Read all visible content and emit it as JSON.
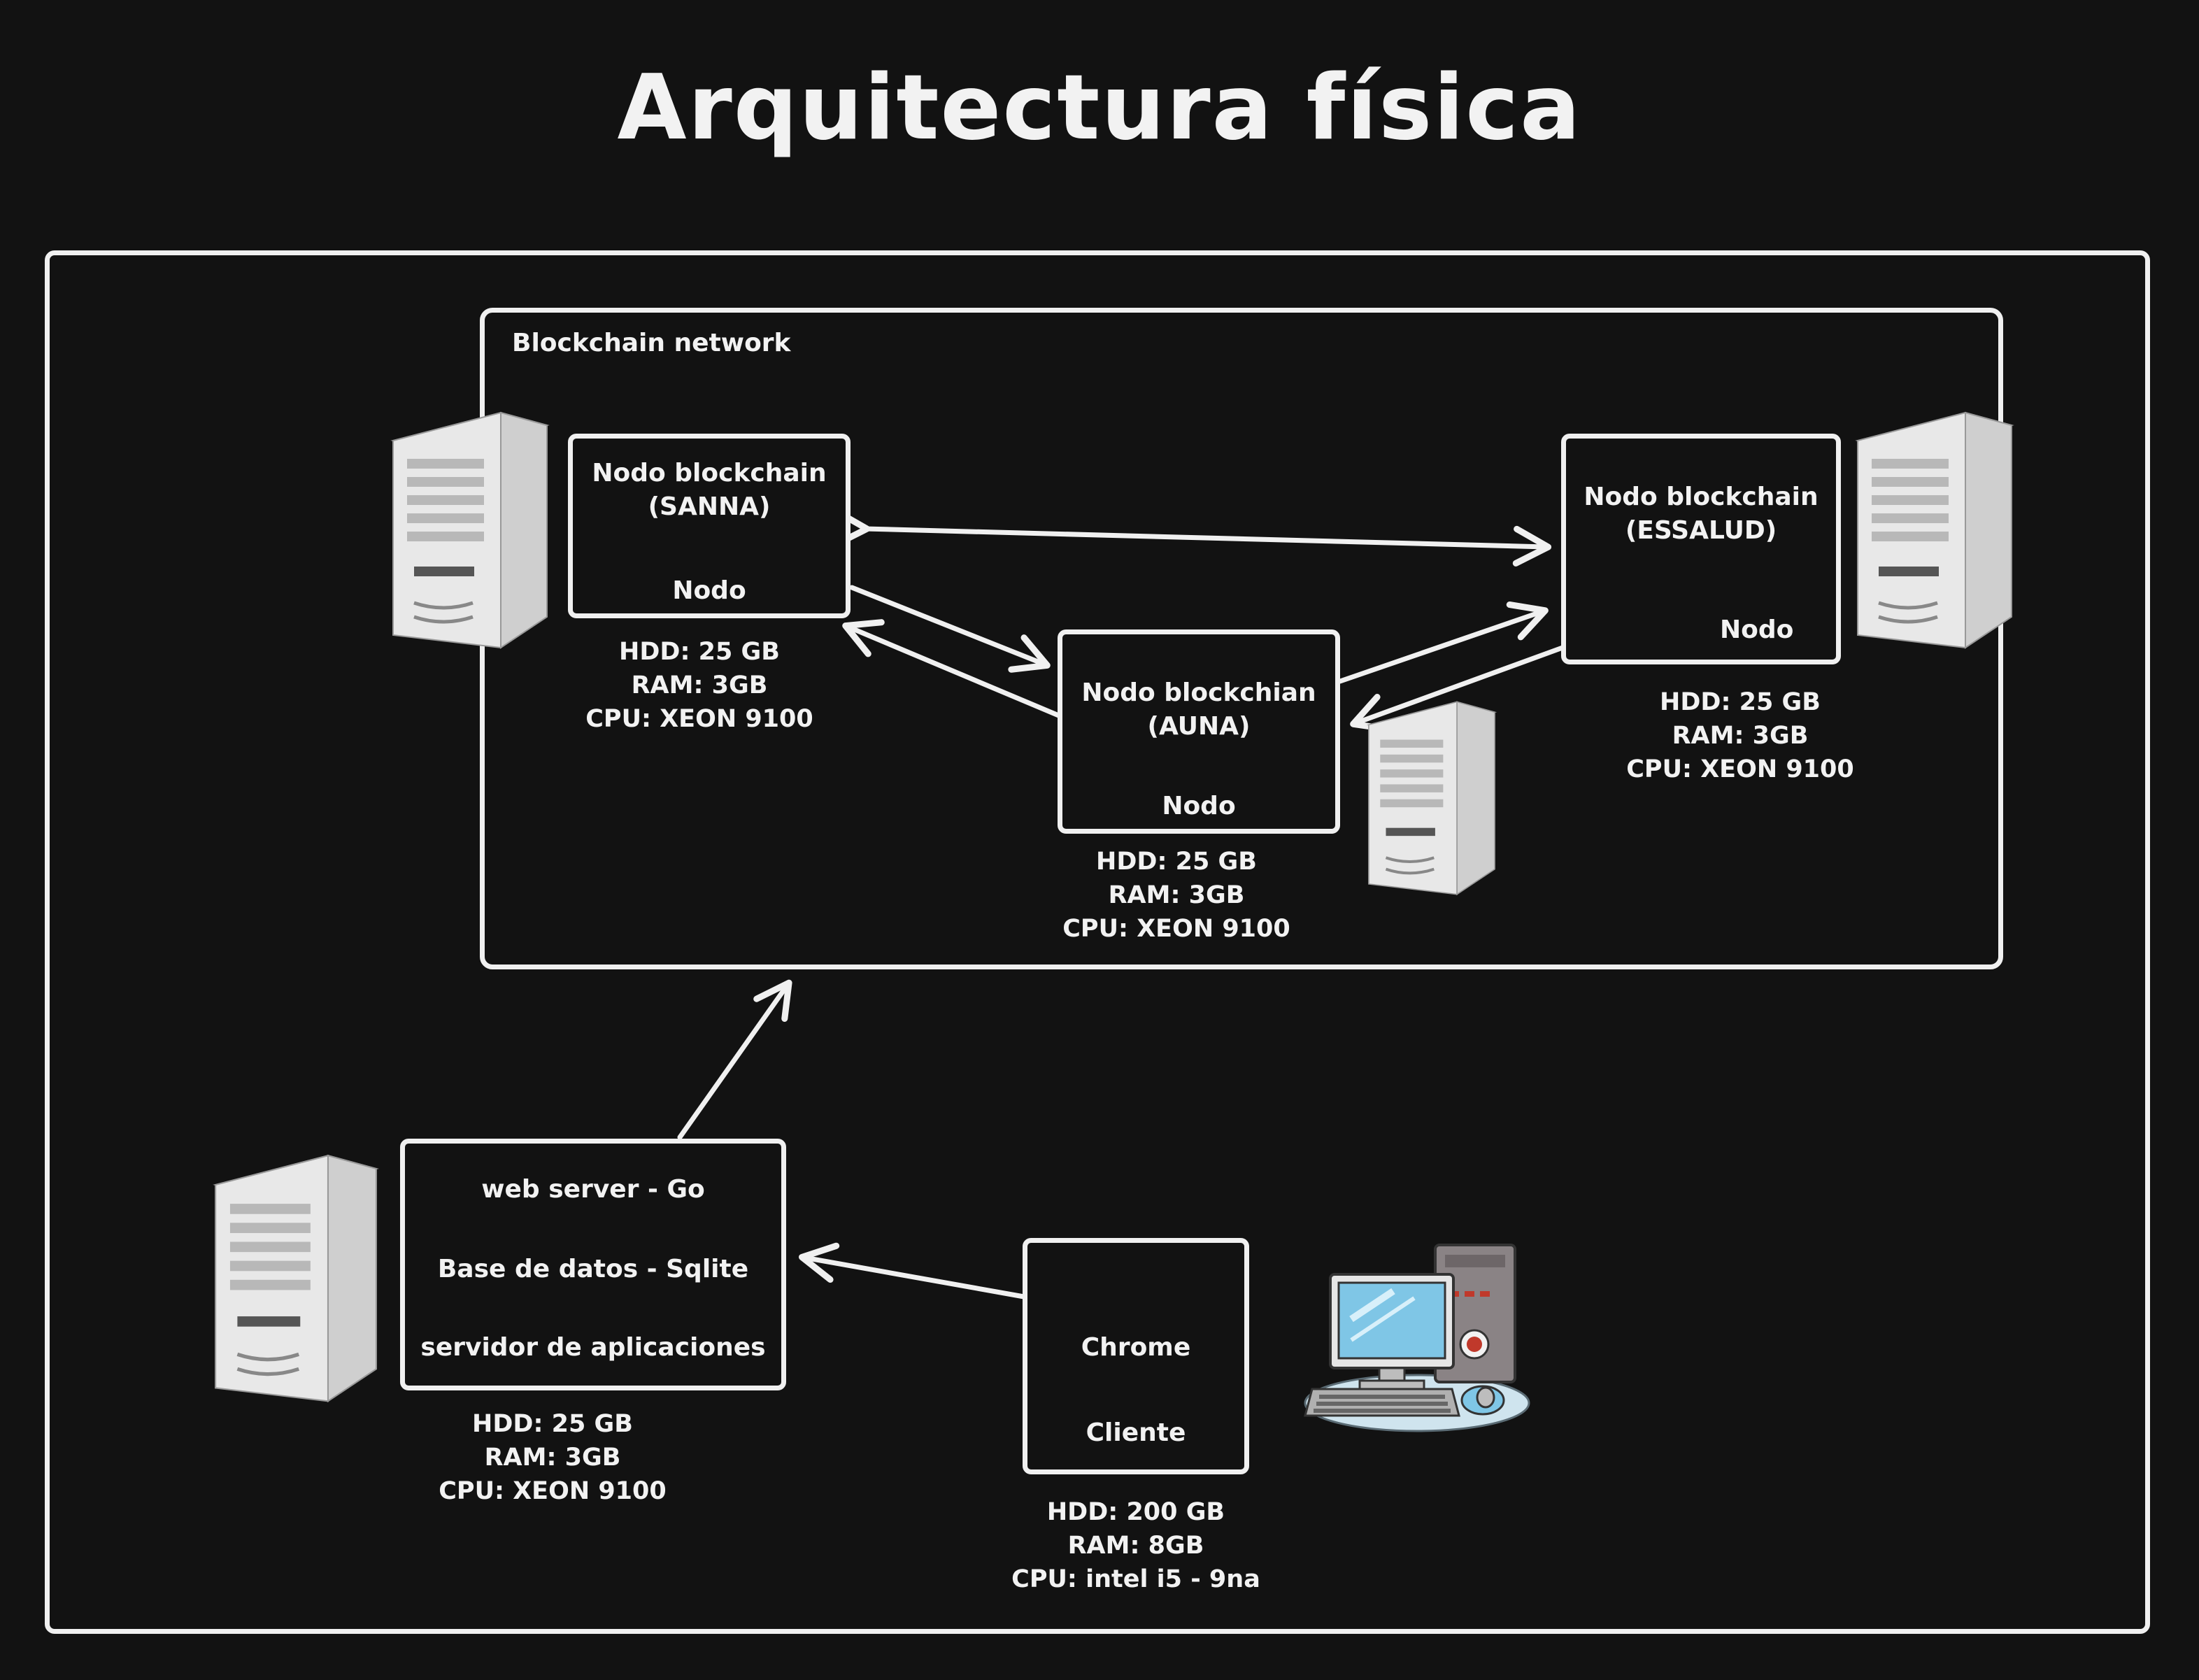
{
  "title": "Arquitectura física",
  "network": {
    "label": "Blockchain network"
  },
  "nodes": {
    "sanna": {
      "name_line1": "Nodo blockchain",
      "name_line2": "(SANNA)",
      "role": "Nodo",
      "specs": {
        "hdd": "HDD: 25 GB",
        "ram": "RAM: 3GB",
        "cpu": "CPU: XEON 9100"
      }
    },
    "essalud": {
      "name_line1": "Nodo blockchain",
      "name_line2": "(ESSALUD)",
      "role": "Nodo",
      "specs": {
        "hdd": "HDD: 25 GB",
        "ram": "RAM: 3GB",
        "cpu": "CPU: XEON 9100"
      }
    },
    "auna": {
      "name_line1": "Nodo blockchian",
      "name_line2": "(AUNA)",
      "role": "Nodo",
      "specs": {
        "hdd": "HDD: 25 GB",
        "ram": "RAM: 3GB",
        "cpu": "CPU: XEON 9100"
      }
    }
  },
  "web_server": {
    "line1": "web server - Go",
    "line2": "Base de datos - Sqlite",
    "line3": "servidor de aplicaciones",
    "specs": {
      "hdd": "HDD: 25 GB",
      "ram": "RAM: 3GB",
      "cpu": "CPU: XEON 9100"
    }
  },
  "client": {
    "line1": "Chrome",
    "line2": "Cliente",
    "specs": {
      "hdd": "HDD: 200 GB",
      "ram": "RAM: 8GB",
      "cpu": "CPU: intel i5 - 9na"
    }
  },
  "icons": [
    "server-tower-icon",
    "desktop-computer-icon"
  ],
  "colors": {
    "background": "#121212",
    "stroke": "#f0f0f0",
    "server_body": "#d9d9d9"
  }
}
